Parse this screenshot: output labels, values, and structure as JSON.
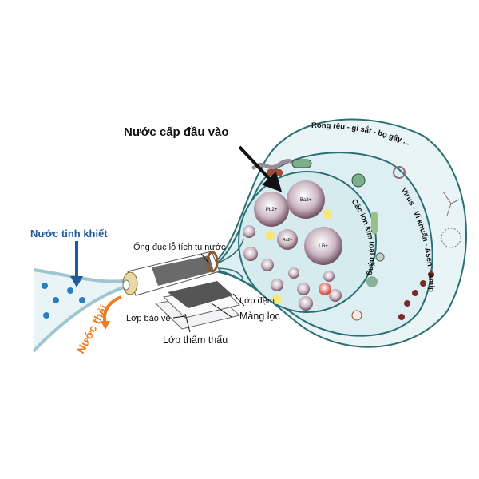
{
  "labels": {
    "input_water": "Nước cấp đầu vào",
    "pure_water": "Nước tinh khiết",
    "waste_water": "Nước thải",
    "perforated_tube": "Ống đục lỗ tích tụ nước",
    "spacer_layer": "Lớp đệm",
    "membrane": "Màng lọc",
    "protective_layer": "Lớp bảo vệ",
    "permeate_layer": "Lớp thẩm thấu",
    "outer_ring": "Rong rêu - gỉ sắt - bọ gậy ...",
    "middle_ring": "Virus - Vi khuẩn - Asen - Amip",
    "inner_ring": "Các ion kim loại nặng"
  },
  "ions": {
    "pb": "Pb2+",
    "ba": "Ba2+",
    "li": "Li6+",
    "ra": "Ra2+"
  },
  "colors": {
    "pure": "#1e5a9c",
    "waste": "#ee7d22",
    "ring": "#2a6f73",
    "fill": "#e3f2f6",
    "ion": "#8a6a7a"
  }
}
